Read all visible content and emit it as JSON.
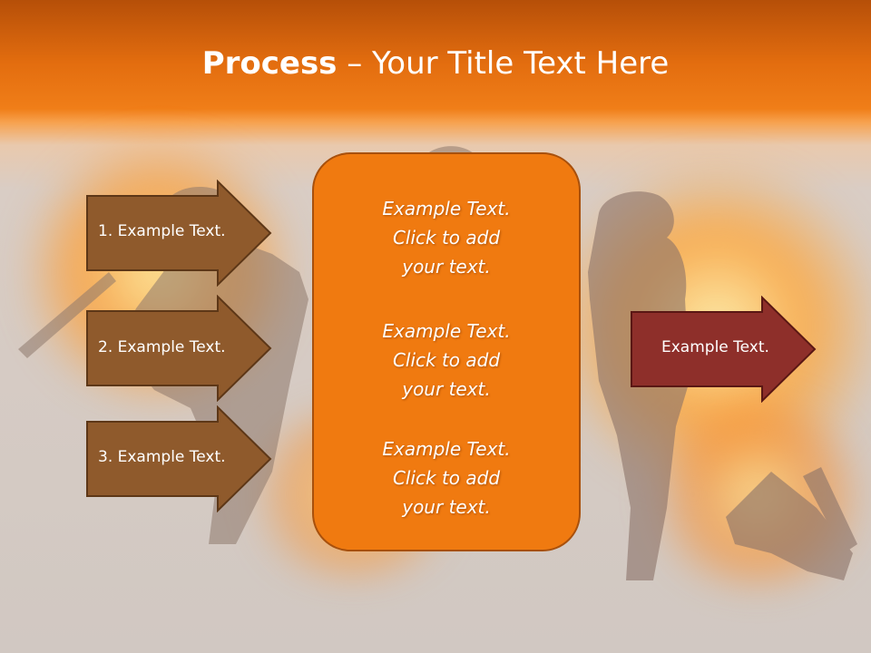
{
  "slide": {
    "title_bold": "Process",
    "title_rest": " – Your Title Text Here",
    "left_steps": [
      {
        "label": "1. Example Text."
      },
      {
        "label": "2. Example Text."
      },
      {
        "label": "3. Example Text."
      }
    ],
    "center_blocks": [
      {
        "line1": "Example Text.",
        "line2": "Click  to add",
        "line3": "your text."
      },
      {
        "line1": "Example Text.",
        "line2": "Click  to add",
        "line3": "your text."
      },
      {
        "line1": "Example Text.",
        "line2": "Click  to add",
        "line3": "your text."
      }
    ],
    "right_output": {
      "label": "Example Text."
    }
  },
  "colors": {
    "title_band": "#e36d0f",
    "step_arrow_fill": "#8f5a2c",
    "center_box_fill": "#f07a10",
    "output_arrow_fill": "#8e2f2a"
  }
}
